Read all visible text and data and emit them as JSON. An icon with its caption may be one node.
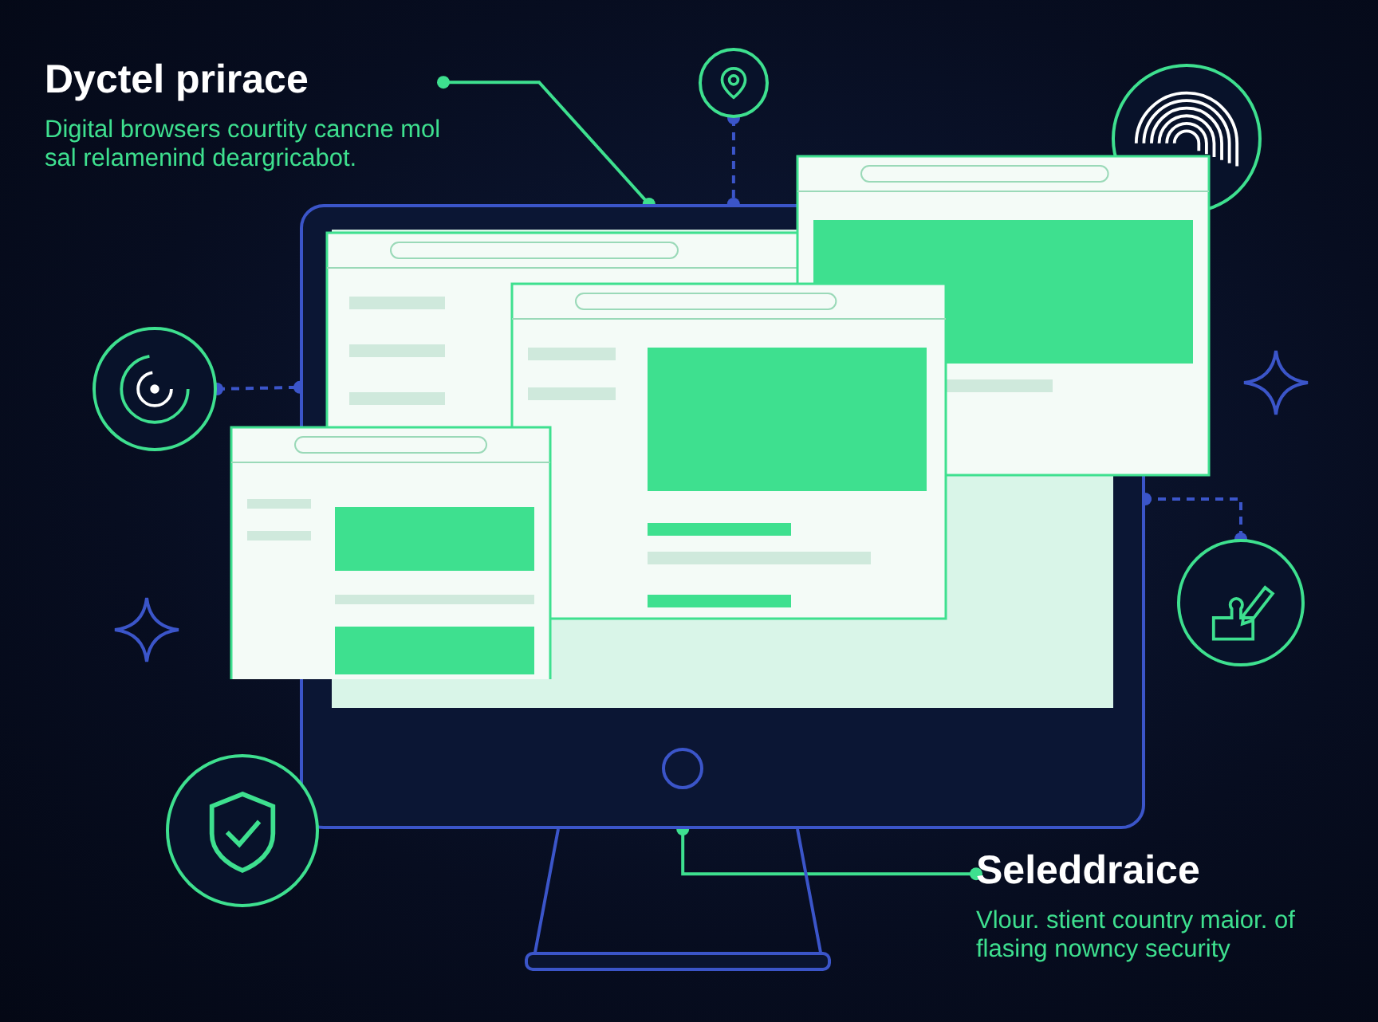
{
  "diagram": {
    "nodes": [
      {
        "text": [
          "Dyctel prirace",
          "Digital browsers courtity cancne mol sal relamenind deargricabot."
        ]
      },
      {
        "text": [
          "Seleddraice",
          "Vlour. stient country maior. of flasing nowncy security"
        ]
      },
      {
        "text": [],
        "shape": "picture"
      },
      {
        "text": [],
        "shape": "circle"
      },
      {
        "text": [],
        "shape": "circle"
      },
      {
        "text": [],
        "shape": "circle"
      },
      {
        "text": [],
        "shape": "circle"
      },
      {
        "text": [],
        "shape": "circle"
      }
    ],
    "edges": [
      {
        "from": 0,
        "to": 2,
        "arrow": "other",
        "color": "#3ee08f"
      },
      {
        "from": 3,
        "to": 2,
        "arrow": "other",
        "style": "dashed"
      },
      {
        "from": 5,
        "to": 2,
        "arrow": "other",
        "style": "dashed"
      },
      {
        "from": 6,
        "to": 2,
        "arrow": "other",
        "style": "dashed"
      },
      {
        "from": 1,
        "to": 2,
        "arrow": "other",
        "color": "#3ee08f"
      }
    ]
  }
}
